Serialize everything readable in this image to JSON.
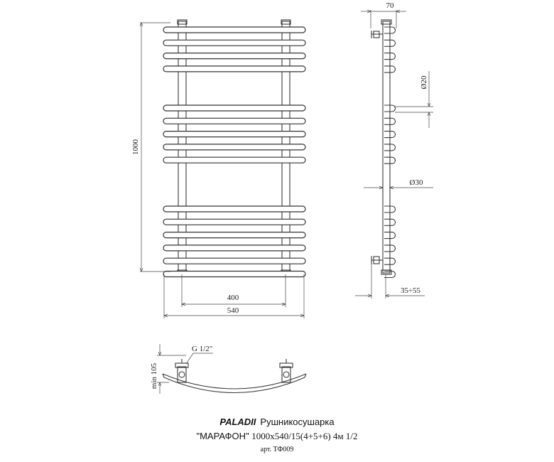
{
  "dimensions": {
    "height": "1000",
    "inner_width": "400",
    "outer_width": "540",
    "depth": "70",
    "bar_diameter": "Ø20",
    "tube_diameter": "Ø30",
    "wall_offset": "35÷55",
    "thread": "G 1/2\"",
    "min_clearance": "min 105"
  },
  "caption": {
    "brand": "PALADII",
    "product_type": "Рушникосушарка",
    "model": "\"МАРАФОН\"",
    "spec": "1000x540/15(4+5+6) 4м 1/2",
    "article": "арт. ТФ009"
  },
  "bar_groups": [
    4,
    5,
    6
  ]
}
